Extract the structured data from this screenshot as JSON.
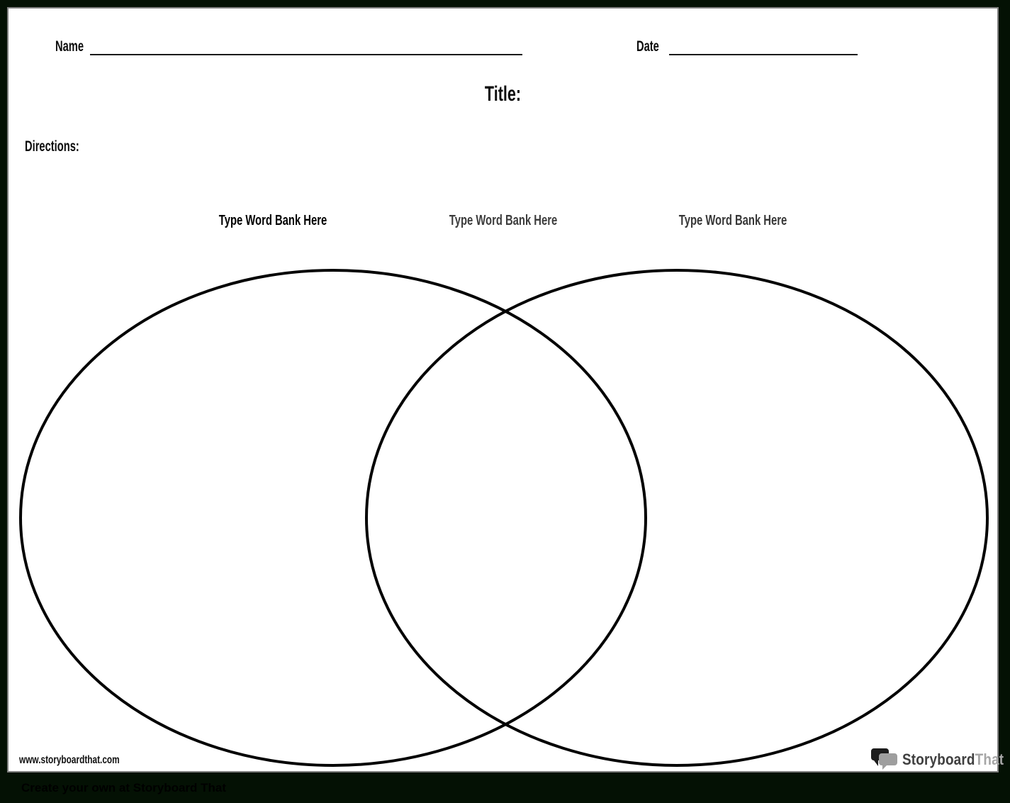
{
  "header": {
    "name_label": "Name",
    "date_label": "Date",
    "title_label": "Title:",
    "directions_label": "Directions:"
  },
  "word_bank": {
    "placeholders": [
      {
        "label": "Type Word Bank Here",
        "color": "#000000"
      },
      {
        "label": "Type Word Bank Here",
        "color": "#3d3d3d"
      },
      {
        "label": "Type Word Bank Here",
        "color": "#383838"
      }
    ]
  },
  "diagram": {
    "type": "venn",
    "circle_count": 2,
    "stroke_color": "#000000"
  },
  "footer": {
    "website_url": "www.storyboardthat.com",
    "logo": {
      "text_primary": "Storyboard",
      "text_secondary": "That"
    }
  },
  "bottom_bar": {
    "text": "Create your own at Storyboard That"
  },
  "colors": {
    "background": "#041104",
    "page_background": "#ffffff",
    "page_border": "#808080",
    "line_color": "#1a1a1a",
    "logo_primary": "#3f3f3f",
    "logo_secondary": "#a6a6a6"
  }
}
